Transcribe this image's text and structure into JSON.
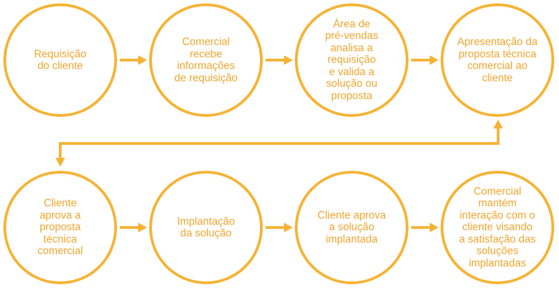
{
  "diagram": {
    "accent_color": "#F5B335",
    "text_color": "#F0A52E",
    "steps": [
      {
        "label": "Requisição\ndo cliente"
      },
      {
        "label": "Comercial\nrecebe\ninformações\nde requisição"
      },
      {
        "label": "Área de\npré-vendas\nanalisa a\nrequisição\ne valida a\nsolução ou\nproposta"
      },
      {
        "label": "Apresentação da\nproposta técnica\ncomercial ao\ncliente"
      },
      {
        "label": "Cliente\naprova a\nproposta\ntécnica\ncomercial"
      },
      {
        "label": "Implantação\nda solução"
      },
      {
        "label": "Cliente aprova\na solução\nimplantada"
      },
      {
        "label": "Comercial\nmantém\ninteração com o\ncliente visando\na satisfação das\nsoluções\nimplantadas"
      }
    ]
  }
}
